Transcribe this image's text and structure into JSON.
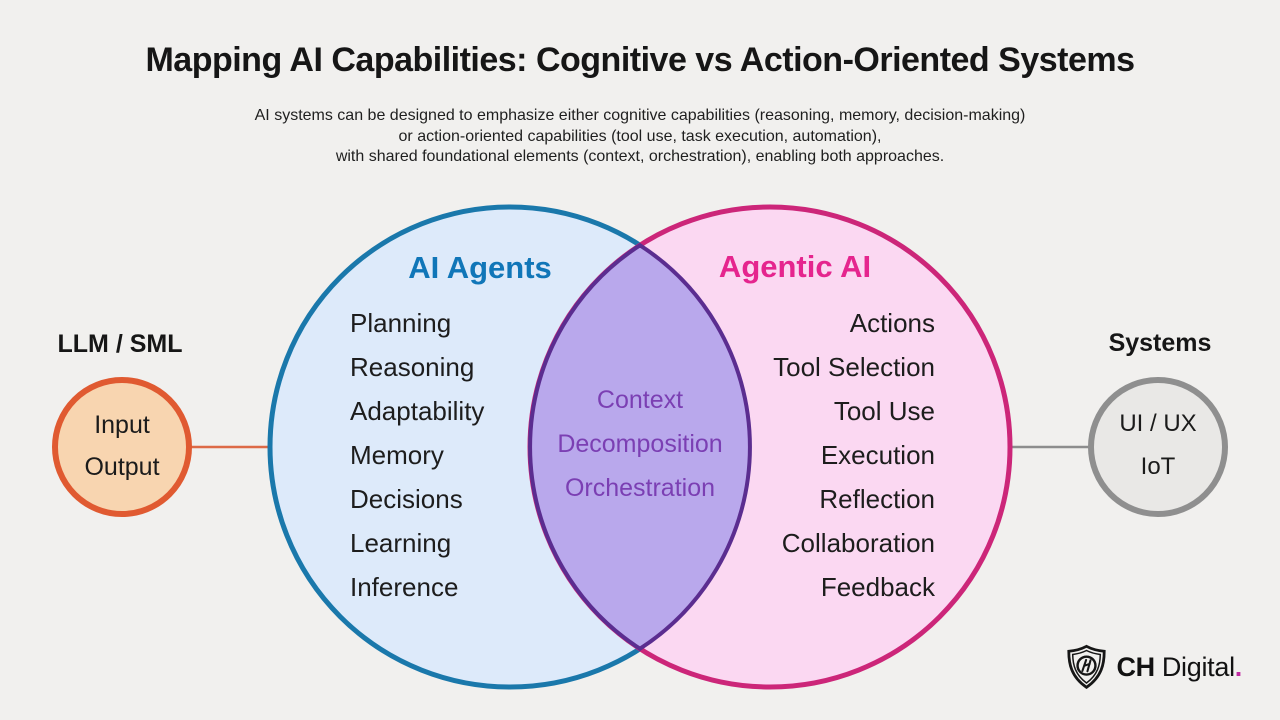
{
  "header": {
    "title": "Mapping AI Capabilities: Cognitive vs Action-Oriented Systems",
    "subtitle_lines": [
      "AI systems can be designed to emphasize either cognitive capabilities (reasoning, memory, decision-making)",
      "or action-oriented capabilities (tool use, task execution, automation),",
      "with shared foundational elements (context, orchestration), enabling both approaches."
    ]
  },
  "venn": {
    "left_circle": {
      "label": "AI Agents",
      "label_color": "#1076b8",
      "fill": "#ddeafa",
      "stroke": "#1a78ab",
      "items": [
        "Planning",
        "Reasoning",
        "Adaptability",
        "Memory",
        "Decisions",
        "Learning",
        "Inference"
      ]
    },
    "right_circle": {
      "label": "Agentic AI",
      "label_color": "#e5258e",
      "fill": "#fbd8f2",
      "stroke": "#cc2679",
      "items": [
        "Actions",
        "Tool Selection",
        "Tool Use",
        "Execution",
        "Reflection",
        "Collaboration",
        "Feedback"
      ]
    },
    "overlap": {
      "fill": "#b9a8ec",
      "stroke": "#5b2d90",
      "text_color": "#7b3fb3",
      "items": [
        "Context",
        "Decomposition",
        "Orchestration"
      ]
    }
  },
  "left_node": {
    "label": "LLM / SML",
    "lines": [
      "Input",
      "Output"
    ],
    "fill": "#f8d5b0",
    "stroke": "#e05a31",
    "connector_color": "#dd6a47"
  },
  "right_node": {
    "label": "Systems",
    "lines": [
      "UI / UX",
      "IoT"
    ],
    "fill": "#e9e8e6",
    "stroke": "#8f8f8f",
    "connector_color": "#8d8d8d"
  },
  "logo": {
    "name_bold": "CH",
    "name_regular": "Digital",
    "dot": ".",
    "dot_color": "#c02aa2"
  },
  "background_color": "#f1f0ee"
}
